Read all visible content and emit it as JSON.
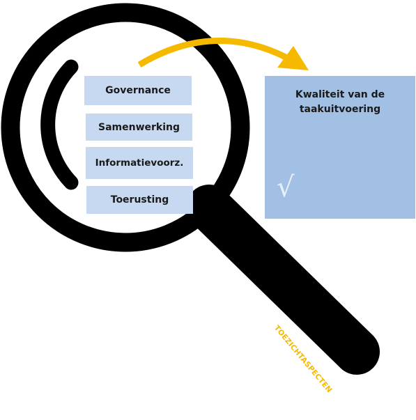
{
  "aspects": [
    {
      "label": "Governance"
    },
    {
      "label": "Samenwerking"
    },
    {
      "label": "Informatievoorz."
    },
    {
      "label": "Toerusting"
    }
  ],
  "result": {
    "title": "Kwaliteit van de taakuitvoering",
    "check_symbol": "√"
  },
  "handle_label": "TOEZICHTASPECTEN",
  "colors": {
    "magnifier": "#000000",
    "aspect_box": "#c6d9f1",
    "result_box": "#a2c0e4",
    "arrow": "#f5b900",
    "handle_text": "#f5b900"
  },
  "icons": {
    "magnifier": "magnifying-glass-icon",
    "arrow": "curved-arrow-icon",
    "check": "checkmark-icon"
  }
}
